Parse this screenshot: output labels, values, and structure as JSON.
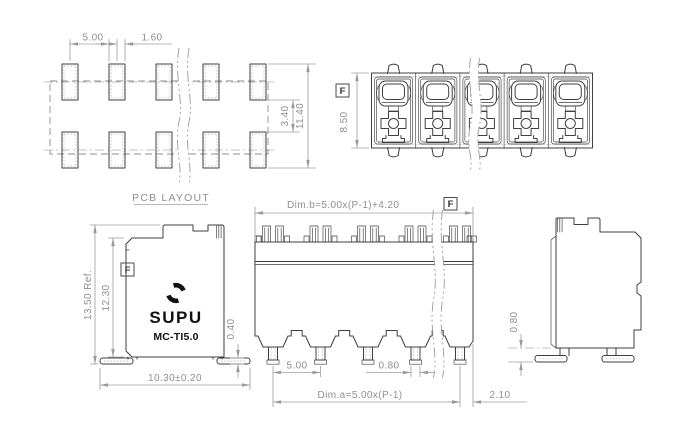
{
  "colors": {
    "ink": "#3f3f3f",
    "dimension_gray": "#9a9a9a",
    "brand_black": "#111111"
  },
  "drawing": {
    "pcb": {
      "label": "PCB LAYOUT",
      "dims": {
        "pitch": "5.00",
        "pad_width": "1.60",
        "row_gap": "3.40",
        "row_span": "11.40"
      }
    },
    "top_view": {
      "datum": "F",
      "height": "8.50"
    },
    "front_view": {
      "dim_b": "Dim.b=5.00x(P-1)+4.20",
      "datum": "F",
      "pitch": "5.00",
      "pin_width": "0.80",
      "dim_a": "Dim.a=5.00x(P-1)",
      "end_offset": "2.10"
    },
    "side_view": {
      "datum": "F",
      "total_height": "13.50 Ref.",
      "body_height": "12.30",
      "body_width": "10.30±0.20",
      "lead_thickness": "0.40",
      "brand": "SUPU",
      "model": "MC-TI5.0"
    },
    "side_view_right": {
      "standoff": "0.80"
    }
  }
}
